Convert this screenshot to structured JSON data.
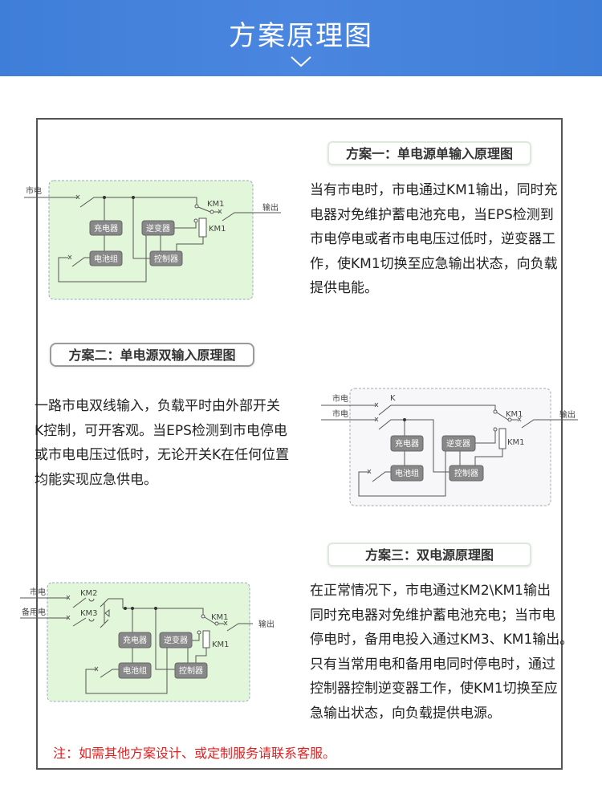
{
  "header": {
    "title": "方案原理图"
  },
  "scheme1": {
    "title": "方案一：单电源单输入原理图",
    "lines": [
      "当有市电时，市电通过KM1输出，同时充",
      "电器对免维护蓄电池充电，当EPS检测到",
      "市电停电或者市电电压过低时，逆变器工",
      "作，使KM1切换至应急输出状态，向负载",
      "提供电能。"
    ],
    "diagram": {
      "input": "市电",
      "output": "输出",
      "km1": "KM1",
      "charger": "充电器",
      "inverter": "逆变器",
      "battery": "电池组",
      "controller": "控制器"
    }
  },
  "scheme2": {
    "title": "方案二：单电源双输入原理图",
    "lines": [
      "一路市电双线输入，负载平时由外部开关",
      "K控制，可开客观。当EPS检测到市电停电",
      "或市电电压过低时，无论开关K在任何位置",
      "均能实现应急供电。"
    ],
    "diagram": {
      "input1": "市电",
      "input2": "市电",
      "switch_k": "K",
      "output": "输出",
      "km1": "KM1",
      "charger": "充电器",
      "inverter": "逆变器",
      "battery": "电池组",
      "controller": "控制器"
    }
  },
  "scheme3": {
    "title": "方案三：双电源原理图",
    "lines": [
      "在正常情况下，市电通过KM2\\KM1输出",
      "同时充电器对免维护蓄电池充电；当市电",
      "停电时，备用电投入通过KM3、KM1输出。",
      "只有当常用电和备用电同时停电时，通过",
      "控制器控制逆变器工作，使KM1切换至应",
      "急输出状态，向负载提供电源。"
    ],
    "diagram": {
      "input1": "市电",
      "input2": "备用电",
      "km2": "KM2",
      "km3": "KM3",
      "output": "输出",
      "km1": "KM1",
      "charger": "充电器",
      "inverter": "逆变器",
      "battery": "电池组",
      "controller": "控制器"
    }
  },
  "note": "注：如需其他方案设计、或定制服务请联系客服。"
}
